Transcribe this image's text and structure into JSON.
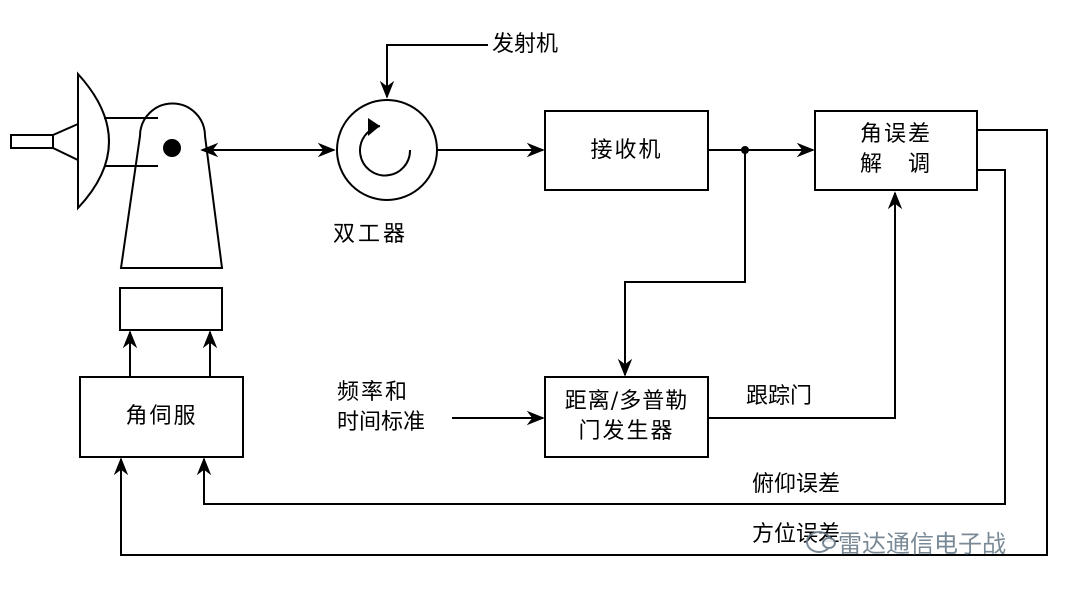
{
  "labels": {
    "transmitter": "发射机",
    "duplexer": "双工器",
    "receiver": "接收机",
    "angle_error_demod_line1": "角误差",
    "angle_error_demod_line2": "解　调",
    "angle_servo": "角伺服",
    "range_doppler_line1": "距离/多普勒",
    "range_doppler_line2": "门发生器",
    "freq_time_std_line1": "频率和",
    "freq_time_std_line2": "时间标准",
    "tracking_gate": "跟踪门",
    "elevation_error": "俯仰误差",
    "azimuth_error": "方位误差"
  },
  "watermark": {
    "text": "雷达通信电子战"
  }
}
